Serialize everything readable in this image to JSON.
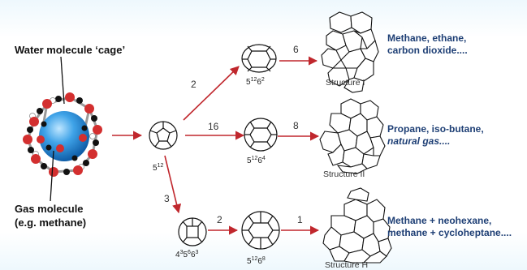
{
  "labels": {
    "water_cage": "Water molecule ‘cage’",
    "gas_molecule_line1": "Gas molecule",
    "gas_molecule_line2": "(e.g. methane)"
  },
  "cages": {
    "c512": {
      "base": "5",
      "sup": "12"
    },
    "c51262": {
      "base": "5",
      "sup1": "12",
      "mid": "6",
      "sup2": "2"
    },
    "c51264": {
      "base": "5",
      "sup1": "12",
      "mid": "6",
      "sup2": "4"
    },
    "c435663": {
      "b1": "4",
      "s1": "3",
      "b2": "5",
      "s2": "6",
      "b3": "6",
      "s3": "3"
    },
    "c51268": {
      "base": "5",
      "sup1": "12",
      "mid": "6",
      "sup2": "8"
    }
  },
  "counts": {
    "to_51262": "2",
    "to_51264": "16",
    "to_435663": "3",
    "s1": "6",
    "s2": "8",
    "to_51268": "2",
    "sH": "1"
  },
  "structures": {
    "s1": "Structure I",
    "s2": "Structure II",
    "sH": "Structure H"
  },
  "notes": {
    "s1_line1": "Methane, ethane,",
    "s1_line2": "carbon dioxide....",
    "s2_line1": "Propane, iso-butane,",
    "s2_line2": "natural gas....",
    "sH_line1": "Methane + neohexane,",
    "sH_line2": "methane + cycloheptane...."
  },
  "colors": {
    "arrow": "#c0272d",
    "note_text": "#1e3f75",
    "oxygen": "#d32f2f",
    "hydrogen": "#111111",
    "gas_sphere": "#2a8fd8"
  }
}
